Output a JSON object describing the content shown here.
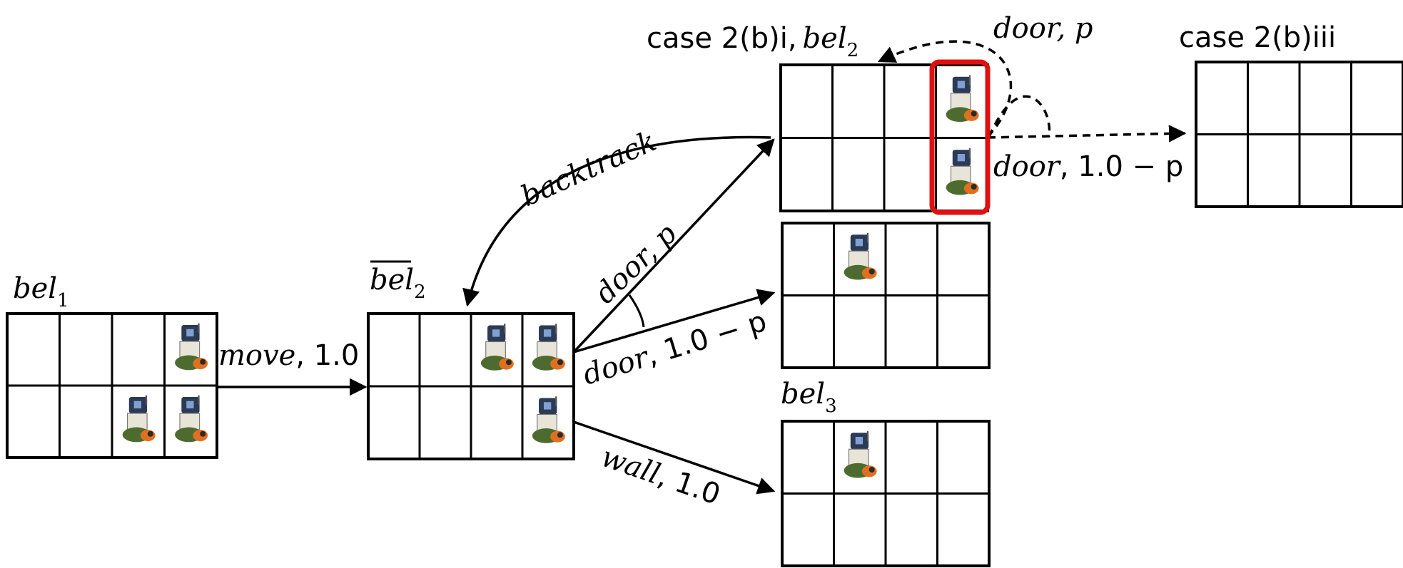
{
  "belief_labels": {
    "bel1": {
      "base": "bel",
      "sub": "1"
    },
    "bel2bar": {
      "base": "bel",
      "sub": "2"
    },
    "bel2": {
      "base": "bel",
      "sub": "2"
    },
    "bel3": {
      "base": "bel",
      "sub": "3"
    }
  },
  "case_labels": {
    "case_2bi": "case 2(b)i,",
    "case_2biii": "case 2(b)iii"
  },
  "edge_labels": {
    "move": {
      "action": "move",
      "prob": ", 1.0"
    },
    "door_p": {
      "action": "door",
      "prob": ", p"
    },
    "door_1mp": {
      "action": "door",
      "prob": ", 1.0 − p"
    },
    "wall": {
      "action": "wall",
      "prob": ", 1.0"
    },
    "backtrack": "backtrack",
    "door_p_top": {
      "action": "door",
      "prob": ", p"
    },
    "door_1mp_right": {
      "action": "door",
      "prob": ", 1.0 − p"
    }
  },
  "grids": {
    "bel1": {
      "rows": 2,
      "cols": 4,
      "robots": [
        [
          0,
          3
        ],
        [
          1,
          2
        ],
        [
          1,
          3
        ]
      ]
    },
    "bel2bar": {
      "rows": 2,
      "cols": 4,
      "robots": [
        [
          0,
          2
        ],
        [
          0,
          3
        ],
        [
          1,
          3
        ]
      ]
    },
    "bel2_case2bi": {
      "rows": 2,
      "cols": 4,
      "robots": [
        [
          0,
          3
        ],
        [
          1,
          3
        ]
      ],
      "highlight_col": 3
    },
    "door_branch": {
      "rows": 2,
      "cols": 4,
      "robots": [
        [
          0,
          1
        ]
      ]
    },
    "bel3": {
      "rows": 2,
      "cols": 4,
      "robots": [
        [
          0,
          1
        ]
      ]
    },
    "case2biii": {
      "rows": 2,
      "cols": 4,
      "robots": []
    }
  },
  "colors": {
    "highlight": "#e01010",
    "ink": "#000000",
    "robot_head": "#2b3a55",
    "robot_body": "#e8e4d8",
    "robot_base": "#4e6b2f",
    "robot_accent": "#e07020"
  },
  "icons": [
    "robot-icon"
  ]
}
